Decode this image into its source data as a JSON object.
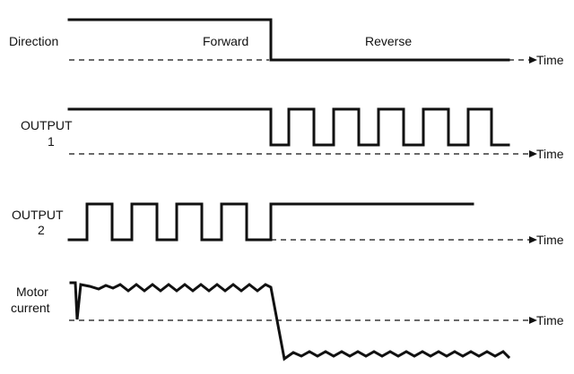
{
  "time_label": "Time",
  "direction": {
    "label": "Direction",
    "forward": "Forward",
    "reverse": "Reverse"
  },
  "output1": {
    "label_line1": "OUTPUT",
    "label_line2": "1"
  },
  "output2": {
    "label_line1": "OUTPUT",
    "label_line2": "2"
  },
  "motor_current": {
    "label_line1": "Motor",
    "label_line2": "current"
  }
}
